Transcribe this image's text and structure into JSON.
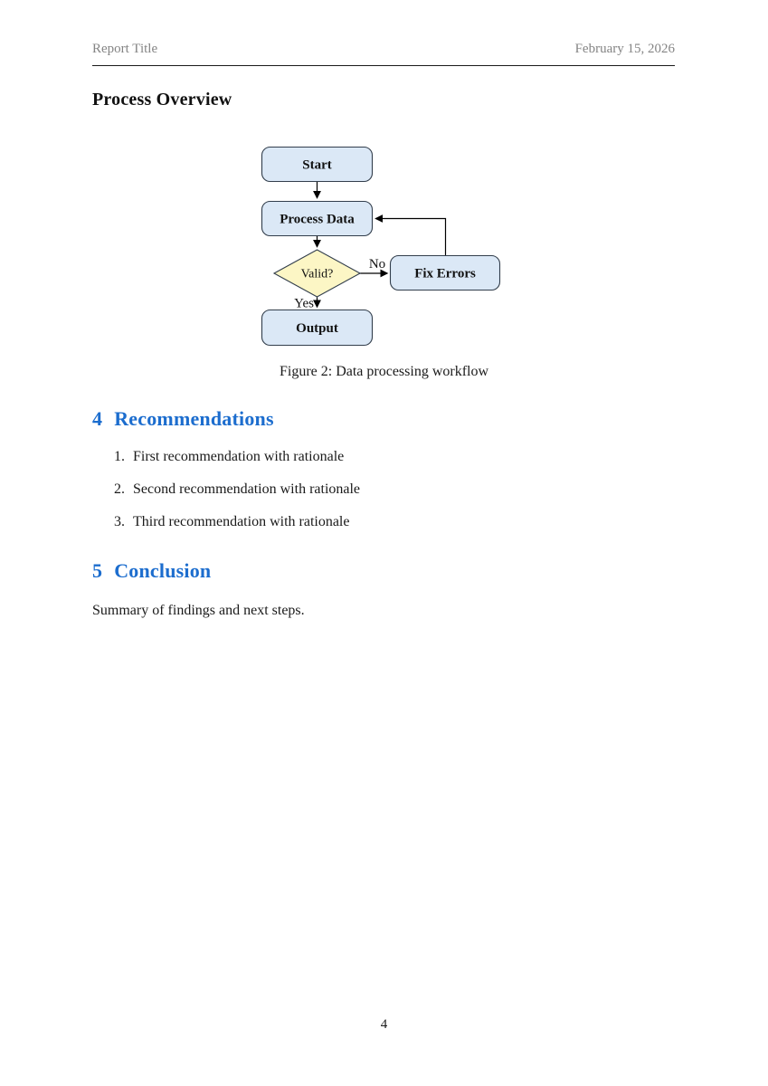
{
  "header": {
    "title": "Report Title",
    "date": "February 15, 2026"
  },
  "sections": {
    "process_overview": {
      "title": "Process Overview"
    },
    "recommendations": {
      "number": "4",
      "title": "Recommendations"
    },
    "conclusion": {
      "number": "5",
      "title": "Conclusion"
    }
  },
  "flowchart": {
    "nodes": {
      "start": "Start",
      "process": "Process Data",
      "decision": "Valid?",
      "fix": "Fix Errors",
      "output": "Output"
    },
    "edge_labels": {
      "no": "No",
      "yes": "Yes"
    },
    "colors": {
      "node_fill": "#dbe8f6",
      "decision_fill": "#fcf6c5",
      "heading_accent": "#1c6dce"
    }
  },
  "figure": {
    "caption": "Figure 2: Data processing workflow"
  },
  "recommend_list": {
    "items": [
      {
        "number": "1.",
        "text": "First recommendation with rationale"
      },
      {
        "number": "2.",
        "text": "Second recommendation with rationale"
      },
      {
        "number": "3.",
        "text": "Third recommendation with rationale"
      }
    ]
  },
  "conclusion_body": {
    "text": "Summary of findings and next steps."
  },
  "footer": {
    "page_number": "4"
  }
}
